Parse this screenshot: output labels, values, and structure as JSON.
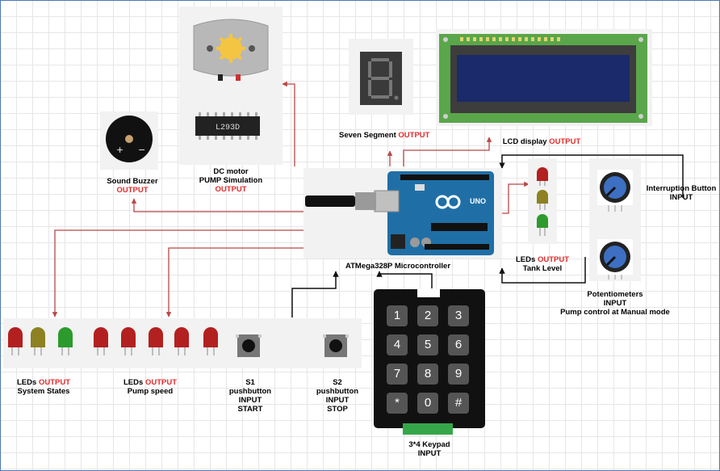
{
  "colors": {
    "wire_red": "#b84747",
    "wire_black": "#111111",
    "highlight": "#e32b2b",
    "frame": "#4a78b5"
  },
  "components": {
    "dc_motor": {
      "title": "DC motor",
      "subtitle": "PUMP Simulation",
      "role": "OUTPUT",
      "chip": "L293D"
    },
    "seven_segment": {
      "title": "Seven Segment",
      "role": "OUTPUT",
      "digit": "8."
    },
    "lcd": {
      "title": "LCD display",
      "role": "OUTPUT"
    },
    "buzzer": {
      "title": "Sound Buzzer",
      "role": "OUTPUT"
    },
    "interrupt_button": {
      "title": "Interruption Button",
      "role": "INPUT"
    },
    "mcu": {
      "title": "ATMega328P Microcontroller",
      "brand": "UNO"
    },
    "tank_leds": {
      "title": "LEDs",
      "role": "OUTPUT",
      "subtitle": "Tank Level"
    },
    "potentiometers": {
      "title": "Potentiometers",
      "role": "INPUT",
      "subtitle": "Pump control at Manual mode"
    },
    "state_leds": {
      "title": "LEDs",
      "role": "OUTPUT",
      "subtitle": "System States"
    },
    "speed_leds": {
      "title": "LEDs",
      "role": "OUTPUT",
      "subtitle": "Pump speed"
    },
    "s1": {
      "title": "S1",
      "line2": "pushbutton",
      "role": "INPUT",
      "action": "START"
    },
    "s2": {
      "title": "S2",
      "line2": "pushbutton",
      "role": "INPUT",
      "action": "STOP"
    },
    "keypad": {
      "title": "3*4 Keypad",
      "role": "INPUT",
      "keys": [
        "1",
        "2",
        "3",
        "4",
        "5",
        "6",
        "7",
        "8",
        "9",
        "*",
        "0",
        "#"
      ]
    }
  }
}
